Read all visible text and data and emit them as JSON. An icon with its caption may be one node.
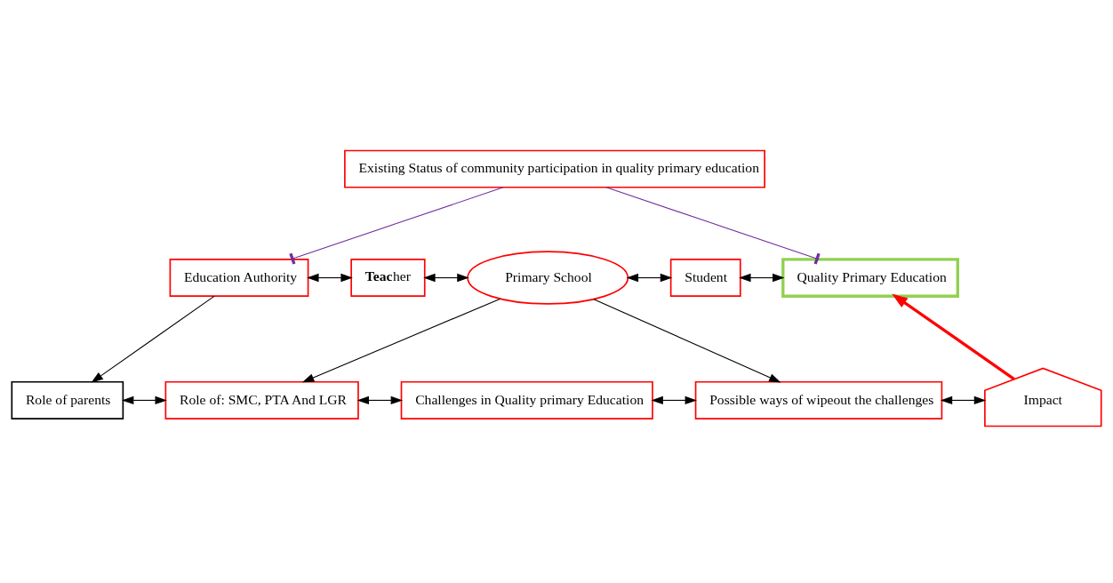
{
  "diagram": {
    "nodes": [
      {
        "text": [
          "Existing Status of community participation in quality primary education"
        ]
      },
      {
        "text": [
          "Education Authority"
        ]
      },
      {
        "text": [
          "**Teac**her"
        ]
      },
      {
        "text": [
          "Primary School"
        ]
      },
      {
        "text": [
          "Student"
        ]
      },
      {
        "text": [
          "Quality Primary Education"
        ]
      },
      {
        "text": [
          "Role of parents"
        ]
      },
      {
        "text": [
          "Role of: SMC, PTA And LGR"
        ]
      },
      {
        "text": [
          "Challenges in Quality primary Education"
        ]
      },
      {
        "text": [
          "Possible ways of wipeout the challenges"
        ]
      },
      {
        "text": [
          "Impact"
        ]
      }
    ],
    "edges": [
      {
        "from": 0,
        "to": 1,
        "arrow": "other",
        "color": "#7030a0"
      },
      {
        "from": 0,
        "to": 5,
        "arrow": "other",
        "color": "#7030a0"
      },
      {
        "from": 1,
        "to": 2,
        "arrow": "both"
      },
      {
        "from": 2,
        "to": 3,
        "arrow": "both"
      },
      {
        "from": 3,
        "to": 4,
        "arrow": "both"
      },
      {
        "from": 4,
        "to": 5,
        "arrow": "both"
      },
      {
        "from": 1,
        "to": 6,
        "arrow": "to"
      },
      {
        "from": 3,
        "to": 7,
        "arrow": "to"
      },
      {
        "from": 3,
        "to": 9,
        "arrow": "to"
      },
      {
        "from": 6,
        "to": 7,
        "arrow": "both"
      },
      {
        "from": 7,
        "to": 8,
        "arrow": "both"
      },
      {
        "from": 8,
        "to": 9,
        "arrow": "both"
      },
      {
        "from": 9,
        "to": 10,
        "arrow": "both"
      },
      {
        "from": 10,
        "to": 5,
        "arrow": "to",
        "style": "thick",
        "color": "#ff0000"
      }
    ]
  }
}
